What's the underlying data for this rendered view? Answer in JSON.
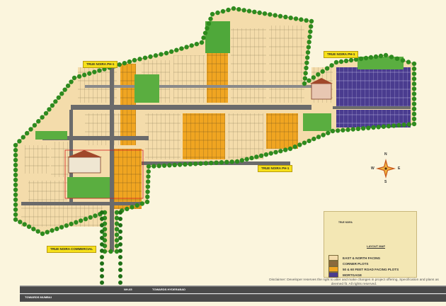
{
  "callouts": {
    "phase_1_west": "TRUE NOIRA PH-1",
    "phase_1_east": "TRUE NOIRA PH-1",
    "phase_1_south": "TRUE NOIRA PH-1",
    "commercial": "TRUE NOIRA COMMERCIAL"
  },
  "legend": {
    "items": [
      {
        "label": "EAST & NORTH FACING",
        "color": "#f4dcab"
      },
      {
        "label": "CORNER PLOTS",
        "color": "#8a6a3c"
      },
      {
        "label": "50 & 60 FEET ROAD FACING PLOTS",
        "color": "#f0a521"
      },
      {
        "label": "MORTGAGE",
        "color": "#4a3c8f"
      }
    ],
    "mini_map_title": "LAYOUT MAP",
    "mini_map_label": "TRUE NOIRA"
  },
  "disclaimer": "Disclaimer: Developer reserves the right to alter and make changes in project offering, Specification and plans as deemed fit. All rights reserved.",
  "highway": {
    "name": "NH-65",
    "left_label": "TOWARDS MUMBAI",
    "right_label": "TOWARDS HYDERABAD"
  },
  "compass": {
    "north": "N",
    "south": "S",
    "east": "E",
    "west": "W"
  },
  "colors": {
    "background": "#fbf5dd",
    "east_north": "#f4dcab",
    "corner": "#8a6a3c",
    "road_facing": "#f0a521",
    "mortgage": "#4a3c8f",
    "internal_road": "#6b6b6b",
    "tree": "#2e8b1e"
  }
}
